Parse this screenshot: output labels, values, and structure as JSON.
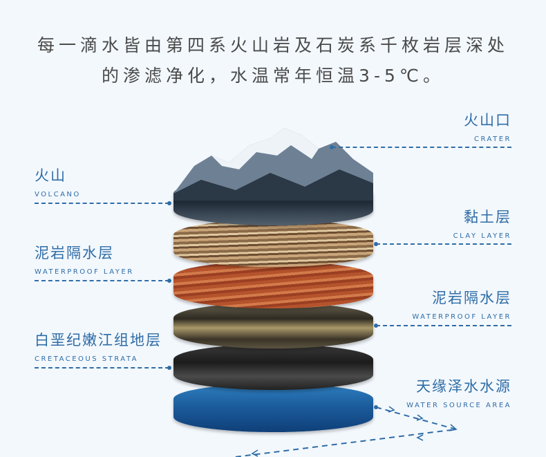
{
  "intro": {
    "line1": "每一滴水皆由第四系火山岩及石炭系千枚岩层深处",
    "line2": "的渗滤净化，水温常年恒温3-5℃。"
  },
  "labels": {
    "crater": {
      "cn": "火山口",
      "en": "CRATER"
    },
    "volcano": {
      "cn": "火山",
      "en": "VOLCANO"
    },
    "clay": {
      "cn": "黏土层",
      "en": "CLAY LAYER"
    },
    "waterproof_left": {
      "cn": "泥岩隔水层",
      "en": "WATERPROOF LAYER"
    },
    "waterproof_right": {
      "cn": "泥岩隔水层",
      "en": "WATERPROOF LAYER"
    },
    "cretaceous": {
      "cn": "白垩纪嫩江组地层",
      "en": "CRETACEOUS STRATA"
    },
    "water_source": {
      "cn": "天缘泽水水源",
      "en": "WATER SOURCE AREA"
    }
  },
  "colors": {
    "accent": "#2e6ca6",
    "text": "#4a4a4a",
    "background": "#f3f8fd"
  }
}
